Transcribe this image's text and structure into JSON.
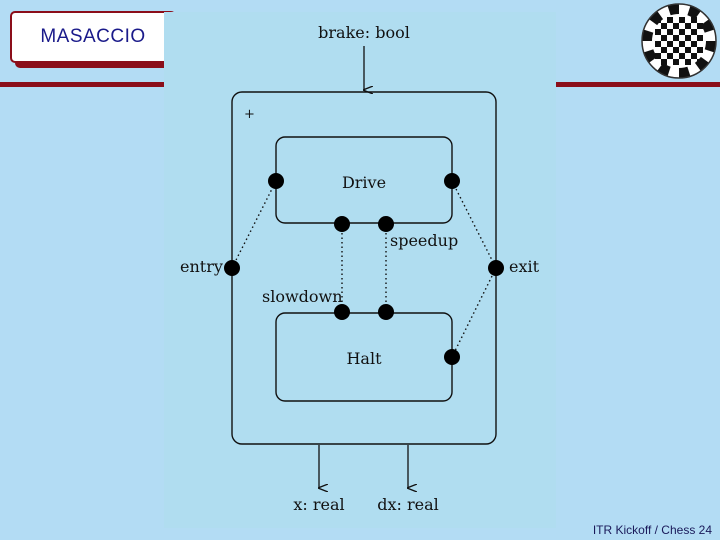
{
  "slide": {
    "title": "MASACCIO",
    "footer": "ITR Kickoff / Chess 24"
  },
  "diagram": {
    "input_port": "brake: bool",
    "corner_mark": "+",
    "states": {
      "drive": "Drive",
      "halt": "Halt"
    },
    "transitions": {
      "speedup": "speedup",
      "slowdown": "slowdown"
    },
    "boundary_ports": {
      "entry": "entry",
      "exit": "exit"
    },
    "output_ports": [
      "x: real",
      "dx: real"
    ]
  },
  "colors": {
    "background": "#b3dcf4",
    "accent": "#8b0e1a",
    "title_text": "#1a1a8a",
    "panel": "#b0ddf0"
  },
  "icons": {
    "logo": "chessboard-dartboard-logo-icon"
  }
}
